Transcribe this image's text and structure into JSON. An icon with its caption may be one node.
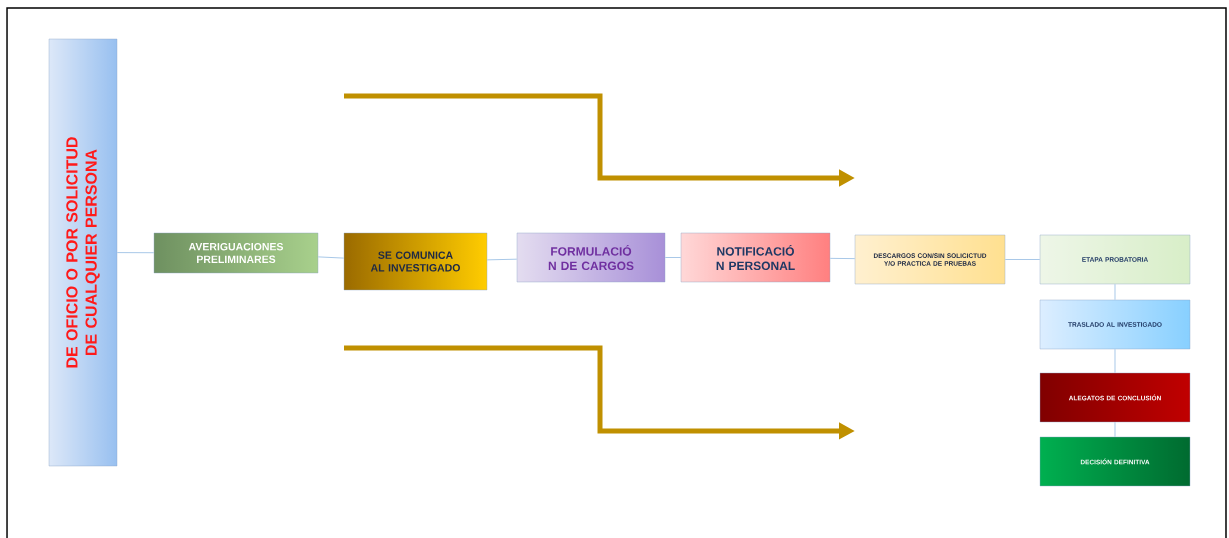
{
  "diagram": {
    "nodes": [
      {
        "text": [
          "DE OFICIO O POR SOLICITUD DE CUALQUIER PERSONA"
        ]
      },
      {
        "text": [
          "AVERIGUACIONES PRELIMINARES"
        ]
      },
      {
        "text": [
          "SE COMUNICA AL INVESTIGADO"
        ]
      },
      {
        "text": [
          "FORMULACIÓ N DE CARGOS"
        ]
      },
      {
        "text": [
          "NOTIFICACIÓ N PERSONAL"
        ]
      },
      {
        "text": [
          "DESCARGOS CON/SIN SOLICICTUD Y/O PRACTICA DE PRUEBAS"
        ]
      },
      {
        "text": [
          "ETAPA PROBATORIA"
        ]
      },
      {
        "text": [
          "TRASLADO AL INVESTIGADO"
        ]
      },
      {
        "text": [
          "ALEGATOS DE CONCLUSIÓN"
        ]
      },
      {
        "text": [
          "DECISIÓN DEFINITIVA"
        ]
      }
    ],
    "edges": [
      {
        "from": 0,
        "to": 1,
        "arrow": "none"
      },
      {
        "from": 1,
        "to": 2,
        "arrow": "none"
      },
      {
        "from": 2,
        "to": 3,
        "arrow": "none"
      },
      {
        "from": 3,
        "to": 4,
        "arrow": "none"
      },
      {
        "from": 4,
        "to": 5,
        "arrow": "none"
      },
      {
        "from": 5,
        "to": 6,
        "arrow": "none"
      },
      {
        "from": 6,
        "to": 7,
        "arrow": "none"
      },
      {
        "from": 7,
        "to": 8,
        "arrow": "none"
      },
      {
        "from": 8,
        "to": 9,
        "arrow": "none"
      }
    ]
  }
}
